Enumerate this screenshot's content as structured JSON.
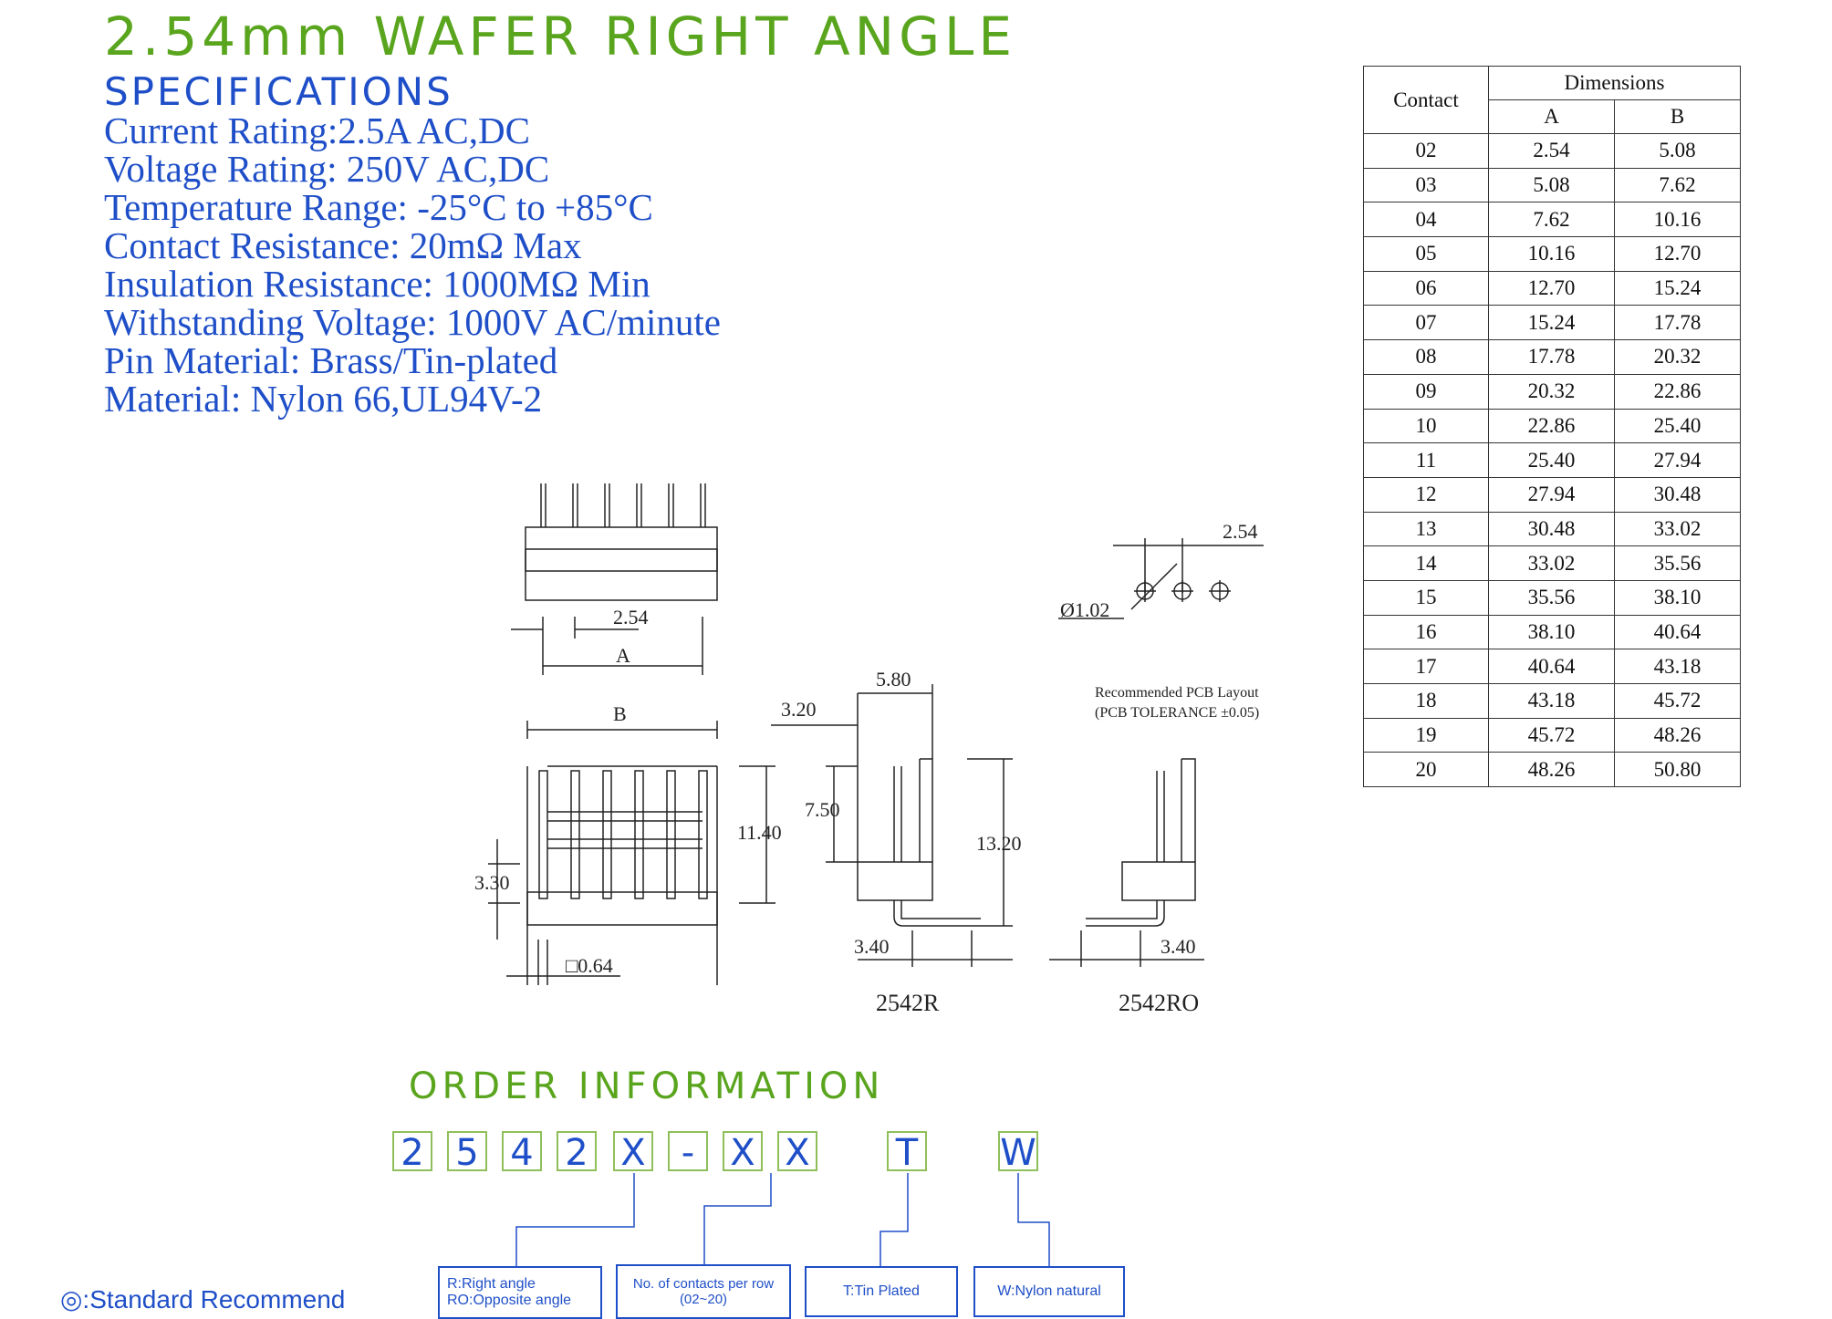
{
  "title": "2.54mm WAFER RIGHT ANGLE",
  "specifications": {
    "heading": "SPECIFICATIONS",
    "items": [
      "Current Rating:2.5A AC,DC",
      "Voltage Rating: 250V AC,DC",
      "Temperature Range: -25°C to +85°C",
      "Contact Resistance: 20mΩ  Max",
      "Insulation Resistance: 1000MΩ  Min",
      "Withstanding Voltage: 1000V AC/minute",
      "Pin Material: Brass/Tin-plated",
      "Material: Nylon 66,UL94V-2"
    ]
  },
  "dimensions_table": {
    "col_contact": "Contact",
    "col_dimensions": "Dimensions",
    "col_a": "A",
    "col_b": "B",
    "rows": [
      [
        "02",
        "2.54",
        "5.08"
      ],
      [
        "03",
        "5.08",
        "7.62"
      ],
      [
        "04",
        "7.62",
        "10.16"
      ],
      [
        "05",
        "10.16",
        "12.70"
      ],
      [
        "06",
        "12.70",
        "15.24"
      ],
      [
        "07",
        "15.24",
        "17.78"
      ],
      [
        "08",
        "17.78",
        "20.32"
      ],
      [
        "09",
        "20.32",
        "22.86"
      ],
      [
        "10",
        "22.86",
        "25.40"
      ],
      [
        "11",
        "25.40",
        "27.94"
      ],
      [
        "12",
        "27.94",
        "30.48"
      ],
      [
        "13",
        "30.48",
        "33.02"
      ],
      [
        "14",
        "33.02",
        "35.56"
      ],
      [
        "15",
        "35.56",
        "38.10"
      ],
      [
        "16",
        "38.10",
        "40.64"
      ],
      [
        "17",
        "40.64",
        "43.18"
      ],
      [
        "18",
        "43.18",
        "45.72"
      ],
      [
        "19",
        "45.72",
        "48.26"
      ],
      [
        "20",
        "48.26",
        "50.80"
      ]
    ]
  },
  "drawing": {
    "dim_top_pitch": "2.54",
    "dim_a": "A",
    "dim_b": "B",
    "dim_11_40": "11.40",
    "dim_3_30": "3.30",
    "dim_0_64": "□0.64",
    "dim_3_20": "3.20",
    "dim_5_80": "5.80",
    "dim_7_50": "7.50",
    "dim_13_20": "13.20",
    "dim_3_40_r": "3.40",
    "dim_3_40_ro": "3.40",
    "pcb_pitch": "2.54",
    "pcb_hole": "Ø1.02",
    "pcb_note_1": "Recommended PCB Layout",
    "pcb_note_2": "(PCB TOLERANCE ±0.05)",
    "label_r": "2542R",
    "label_ro": "2542RO"
  },
  "order_information": {
    "heading": "ORDER INFORMATION",
    "code": [
      "2",
      "5",
      "4",
      "2",
      "X",
      "-",
      "X",
      "X",
      "T",
      "W"
    ],
    "options": {
      "angle_line1": "R:Right angle",
      "angle_line2": "RO:Opposite angle",
      "contacts_line1": "No. of contacts per row",
      "contacts_line2": "(02~20)",
      "plating": "T:Tin Plated",
      "material": "W:Nylon natural"
    }
  },
  "standard_recommend": "◎:Standard Recommend",
  "colors": {
    "green": "#5aa51e",
    "blue": "#1f4fc8",
    "line": "#222222"
  }
}
